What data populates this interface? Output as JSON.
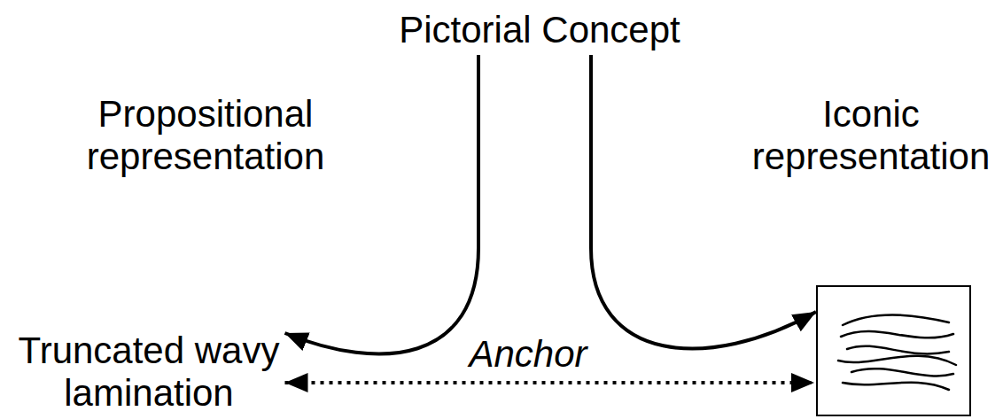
{
  "diagram": {
    "nodes": [
      {
        "text": [
          "Pictorial Concept"
        ]
      },
      {
        "text": [
          "Truncated wavy lamination"
        ]
      },
      {
        "text": []
      }
    ],
    "edges": [
      {
        "from": 0,
        "to": 1,
        "arrow": "to"
      },
      {
        "from": 0,
        "to": 2,
        "arrow": "to"
      },
      {
        "from": 1,
        "to": 2,
        "label": "Anchor",
        "arrow": "both"
      }
    ],
    "labels": [
      "Propositional representation",
      "Iconic representation"
    ]
  }
}
